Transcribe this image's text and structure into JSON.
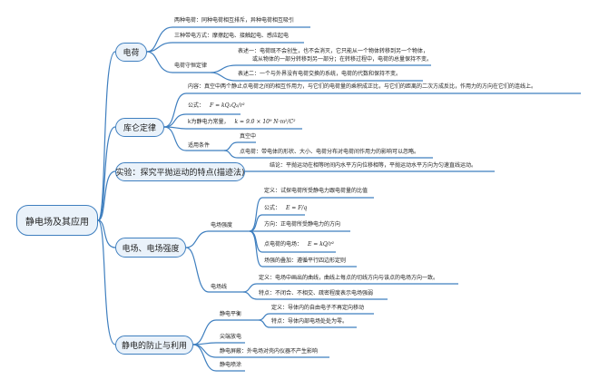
{
  "root": "静电场及其应用",
  "colors": {
    "line": "#3f7fbf",
    "node_fill": "#eaf2fa"
  },
  "branches": {
    "charge": {
      "label": "电荷",
      "two_kinds": "两种电荷：同种电荷相互排斥，异种电荷相互吸引",
      "three_ways": "三种带电方式：摩擦起电、接触起电、感应起电",
      "conservation": "电荷守恒定律",
      "statement1_line1": "表述一：电荷既不会创生，也不会消灭，它只能从一个物体转移到另一个物体，",
      "statement1_line2": "或从物体的一部分转移到另一部分；在转移过程中，电荷的总量保持不变。",
      "statement2": "表述二：一个与外界没有电荷交换的系统，电荷的代数和保持不变。"
    },
    "coulomb": {
      "label": "库仑定律",
      "content": "内容：真空中两个静止点电荷之间的相互作用力，与它们的电荷量的乘积成正比，与它们的距离的二次方成反比，作用力的方向在它们的连线上。",
      "formula_label": "公式：",
      "formula": "F = kQ₁Q₂/r²",
      "k_label": "k为静电力常量，",
      "k_value": "k = 9.0 × 10⁹ N·m²/C²",
      "conditions": "适用条件",
      "vacuum": "真空中",
      "point_charge": "点电荷：带电体的形状、大小、电荷分布对电荷间作用力的影响可以忽略。"
    },
    "experiment": {
      "label": "实验：探究平抛运动的特点(描迹法)",
      "conclusion": "结论：平抛运动在相等时间内水平方向位移相等，平抛运动水平方向为匀速直线运动。"
    },
    "field": {
      "label": "电场、电场强度",
      "strength": "电场强度",
      "definition": "定义：试探电荷所受静电力跟电荷量的比值",
      "formula_label": "公式：",
      "formula": "E = F/q",
      "direction": "方向：正电荷所受静电力的方向",
      "point_label": "点电荷的电场：",
      "point_formula": "E = kQ/r²",
      "superposition": "场强的叠加：遵循平行四边形定则",
      "lines": "电场线",
      "lines_def": "定义：电场中画出的曲线，曲线上每点的切线方向与该点的电场方向一致。",
      "lines_feature": "特点：不闭合、不相交、疏密程度表示电场强弱"
    },
    "static": {
      "label": "静电的防止与利用",
      "equilibrium": "静电平衡",
      "eq_def": "定义：导体内的自由电子不再定向移动",
      "eq_feature": "特点：导体内部电场处处为零。",
      "tip": "尖端放电",
      "shield": "静电屏蔽：外电场对壳内仪器不产生影响",
      "spray": "静电喷涂"
    }
  }
}
